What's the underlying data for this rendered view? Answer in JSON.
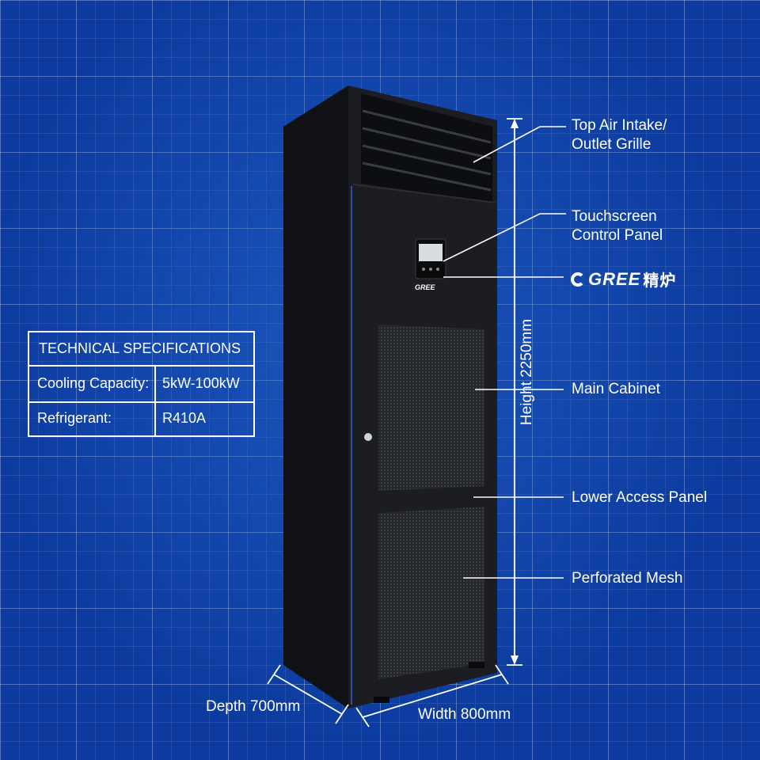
{
  "callouts": {
    "top_grille_line1": "Top Air Intake/",
    "top_grille_line2": "Outlet Grille",
    "control_line1": "Touchscreen",
    "control_line2": "Control Panel",
    "main_cabinet": "Main Cabinet",
    "lower_panel": "Lower Access Panel",
    "mesh": "Perforated Mesh"
  },
  "brand": {
    "logo_text": "GREE",
    "logo_cn": "精炉",
    "unit_badge": "GREE"
  },
  "dimensions": {
    "height": "Height 2250mm",
    "width": "Width 800mm",
    "depth": "Depth 700mm"
  },
  "specs": {
    "title": "TECHNICAL SPECIFICATIONS",
    "rows": [
      {
        "label": "Cooling Capacity:",
        "value": "5kW-100kW"
      },
      {
        "label": "Refrigerant:",
        "value": "R410A"
      }
    ]
  },
  "colors": {
    "background": "#0c3a9e",
    "cabinet": "#1c1d22",
    "lines": "#ffffff"
  }
}
